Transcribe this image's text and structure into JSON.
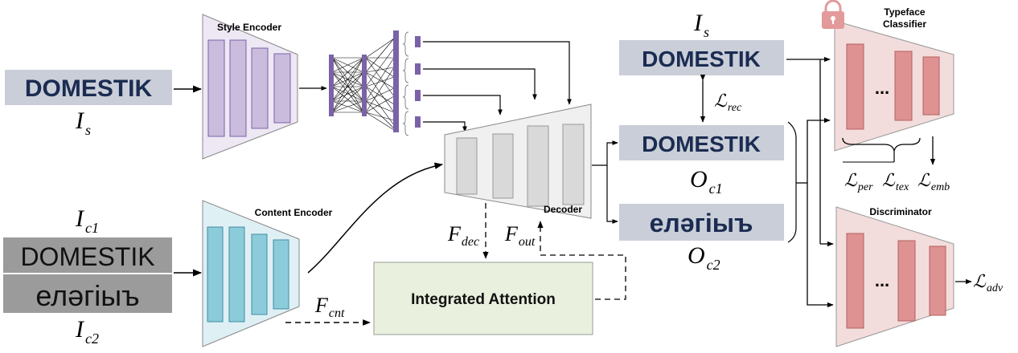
{
  "blocks": {
    "style_encoder": "Style Encoder",
    "content_encoder": "Content Encoder",
    "decoder": "Decoder",
    "integrated_attention": "Integrated Attention",
    "typeface_classifier_line1": "Typeface",
    "typeface_classifier_line2": "Classifier",
    "discriminator": "Discriminator",
    "ellipsis": "..."
  },
  "images": {
    "style_input_text": "DOMESTIK",
    "content_latin_text": "DOMESTIK",
    "content_cyrillic_text": "елəгiыъ",
    "target_text": "DOMESTIK",
    "output1_text": "DOMESTIK",
    "output2_text": "елəгiыъ"
  },
  "symbols": {
    "I": "I",
    "O": "O",
    "F": "F",
    "L": "ℒ",
    "s": "s",
    "c1": "c1",
    "c2": "c2",
    "dec": "dec",
    "out": "out",
    "cnt": "cnt",
    "rec": "rec",
    "per": "per",
    "tex": "tex",
    "emb": "emb",
    "adv": "adv"
  },
  "colors": {
    "style_encoder_fill": "#ede8f3",
    "style_bar": "#c9bcdc",
    "mlp_node": "#7b62a8",
    "content_encoder_fill": "#dff0f5",
    "content_bar": "#8ccbd9",
    "decoder_fill": "#f0f0f0",
    "decoder_bar": "#d9d9d9",
    "attention_fill": "#e9f1de",
    "classifier_fill": "#f3dcdc",
    "classifier_bar": "#de9292",
    "lock": "#e39a9a",
    "text_image_bg": "#c9ced8",
    "gray_image_bg": "#9b9b9b"
  }
}
